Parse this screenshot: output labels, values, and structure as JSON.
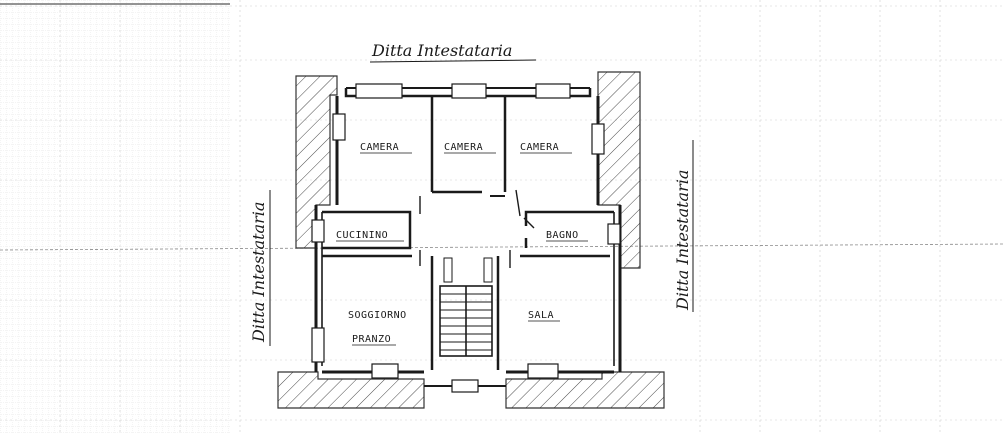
{
  "plan": {
    "neighbour_top": "Ditta Intestataria",
    "neighbour_left": "Ditta Intestataria",
    "neighbour_right": "Ditta Intestataria",
    "rooms": {
      "camera_left": "CAMERA",
      "camera_center": "CAMERA",
      "camera_right": "CAMERA",
      "cucinino": "CUCININO",
      "bagno": "BAGNO",
      "soggiorno": "SOGGIORNO",
      "pranzo": "PRANZO",
      "sala": "SALA"
    }
  },
  "colors": {
    "ink": "#1a1a1a",
    "grid": "#c8c8c8",
    "hatch": "#4a4a4a"
  }
}
